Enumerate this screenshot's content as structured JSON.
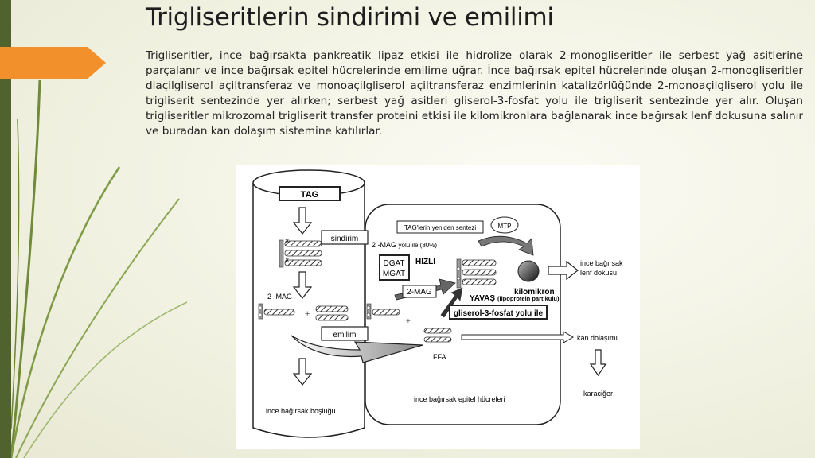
{
  "slide": {
    "title": "Trigliseritlerin sindirimi ve emilimi",
    "paragraph": "Trigliseritler, ince bağırsakta pankreatik lipaz etkisi ile hidrolize olarak 2-monogliseritler ile serbest yağ asitlerine parçalanır ve ince bağırsak epitel hücrelerinde emilime uğrar. İnce bağırsak epitel hücrelerinde oluşan 2-monogliseritler diaçilgliserol açiltransferaz ve monoaçilgliserol açiltransferaz enzimlerinin katalizörlüğünde 2-monoaçilgliserol yolu ile trigliserit sentezinde yer alırken; serbest yağ asitleri gliserol-3-fosfat yolu ile trigliserit sentezinde yer alır. Oluşan trigliseritler mikrozomal trigliserit transfer proteini etkisi ile kilomikronlara bağlanarak ince bağırsak lenf dokusuna salınır ve buradan kan dolaşım sistemine katılırlar."
  },
  "diagram": {
    "tag": "TAG",
    "sindirim": "sindirim",
    "mag_left": "2 -MAG",
    "plus": "+",
    "emilim": "emilim",
    "lumen": "ince bağırsak boşluğu",
    "resynthesis": "TAG'lerin yeniden sentezi",
    "mtp": "MTP",
    "mag_path_main": "2 -MAG",
    "mag_path_suffix": "yolu ile (80%)",
    "dgat": "DGAT",
    "mgat": "MGAT",
    "hizli": "HIZLI",
    "mag_arrow": "2-MAG",
    "yavas": "YAVAŞ",
    "kilomikron": "kilomikron",
    "lipoprotein": "(lipoprotein partikülü)",
    "lymph_line1": "ince bağırsak",
    "lymph_line2": "lenf dokusu",
    "g3p": "gliserol-3-fosfat yolu ile",
    "blood": "kan dolaşımı",
    "ffa": "FFA",
    "epithel": "ince bağırsak epitel hücreleri",
    "liver": "karaciğer"
  },
  "colors": {
    "accent_bar": "#50632f",
    "accent_arrow": "#f2902b"
  }
}
